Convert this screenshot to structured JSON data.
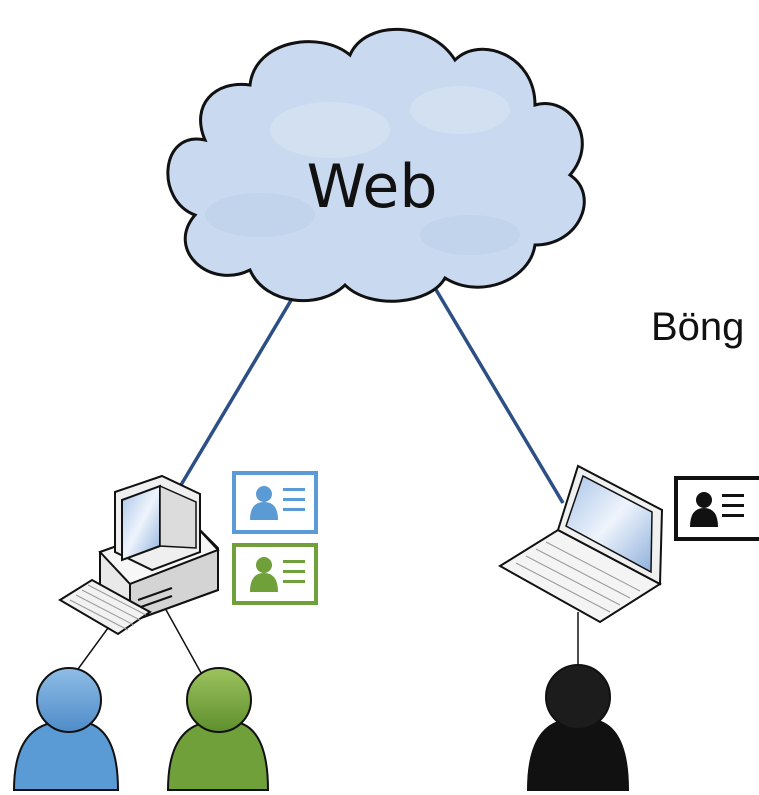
{
  "cloud": {
    "label": "Web",
    "fill": "#c9d9ef",
    "stroke": "#111111"
  },
  "side_label": "Böng",
  "colors": {
    "link_line": "#2c4f86",
    "user_blue": "#5b9bd5",
    "user_green": "#70a03a",
    "user_black": "#111111",
    "card_blue": "#5b9bd5",
    "card_green": "#70a03a",
    "card_black": "#111111"
  },
  "nodes": [
    {
      "id": "desktop",
      "icon": "desktop-computer-icon"
    },
    {
      "id": "laptop",
      "icon": "laptop-icon"
    }
  ],
  "users": [
    {
      "id": "blue-user",
      "icon": "person-icon",
      "color": "blue"
    },
    {
      "id": "green-user",
      "icon": "person-icon",
      "color": "green"
    },
    {
      "id": "black-user",
      "icon": "person-icon",
      "color": "black"
    }
  ],
  "cards": [
    {
      "id": "blue-card",
      "icon": "contact-card-icon",
      "color": "blue"
    },
    {
      "id": "green-card",
      "icon": "contact-card-icon",
      "color": "green"
    },
    {
      "id": "black-card",
      "icon": "contact-card-icon",
      "color": "black"
    }
  ]
}
